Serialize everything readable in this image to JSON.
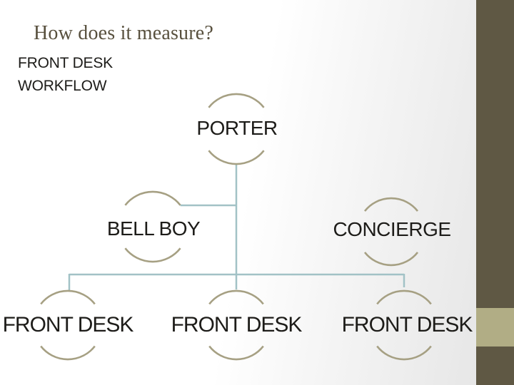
{
  "slide": {
    "title": "How does it measure?",
    "subtitle": [
      "FRONT DESK",
      "WORKFLOW"
    ]
  },
  "org_chart": {
    "type": "org-chart",
    "nodes": [
      {
        "id": "porter",
        "label": "PORTER",
        "level": 1
      },
      {
        "id": "bell-boy",
        "label": "BELL BOY",
        "level": 2
      },
      {
        "id": "concierge",
        "label": "CONCIERGE",
        "level": 2
      },
      {
        "id": "front-desk-1",
        "label": "FRONT DESK",
        "level": 3
      },
      {
        "id": "front-desk-2",
        "label": "FRONT DESK",
        "level": 3
      },
      {
        "id": "front-desk-3",
        "label": "FRONT DESK",
        "level": 3
      }
    ],
    "edges": [
      {
        "from": "porter",
        "to": "bell-boy"
      },
      {
        "from": "porter",
        "to": "front-desk-1"
      },
      {
        "from": "porter",
        "to": "front-desk-2"
      },
      {
        "from": "porter",
        "to": "front-desk-3"
      }
    ],
    "unconnected_nodes": [
      "concierge"
    ]
  },
  "colors": {
    "side_bar": "#5f5844",
    "side_accent_square": "#b1ad85",
    "node_arc": "#a6a083",
    "connector_line": "#a2c2c6",
    "title_text": "#58503e",
    "body_text": "#1d1c19",
    "background_right": "#e7e7e7"
  }
}
